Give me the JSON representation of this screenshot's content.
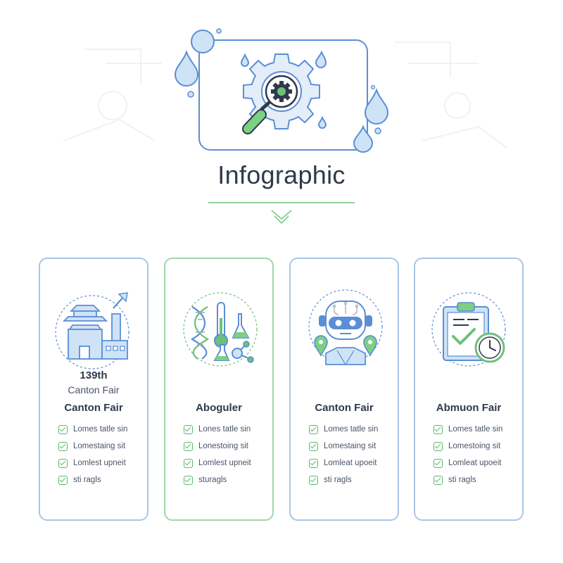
{
  "header": {
    "title": "Infographic",
    "hero_icon": "gear-magnifier-icon"
  },
  "colors": {
    "blue_outline": "#5b8ed6",
    "light_blue": "#cfe3f7",
    "green_accent": "#6cc07a",
    "text_dark": "#2f3a4a"
  },
  "cards": [
    {
      "icon": "factory-building-icon",
      "subtitle": "139th",
      "subtitle2": "Canton Fair",
      "heading": "Canton Fair",
      "items": [
        "Lomes tatle sin",
        "Lomestaing sit",
        "Lomlest upneit",
        "sti ragls"
      ]
    },
    {
      "icon": "science-dna-icon",
      "heading": "Aboguler",
      "items": [
        "Lones tatle sin",
        "Lonestoing sit",
        "Lomlest upneit",
        "sturagls"
      ]
    },
    {
      "icon": "robot-location-icon",
      "heading": "Canton Fair",
      "items": [
        "Lomes tatle sin",
        "Lomestaing sit",
        "Lomleat upoeit",
        "sti ragls"
      ]
    },
    {
      "icon": "clipboard-clock-icon",
      "heading": "Abmuon Fair",
      "items": [
        "Lomes tatle sin",
        "Lomestoing sit",
        "Lomleat upoeit",
        "sti ragls"
      ]
    }
  ]
}
